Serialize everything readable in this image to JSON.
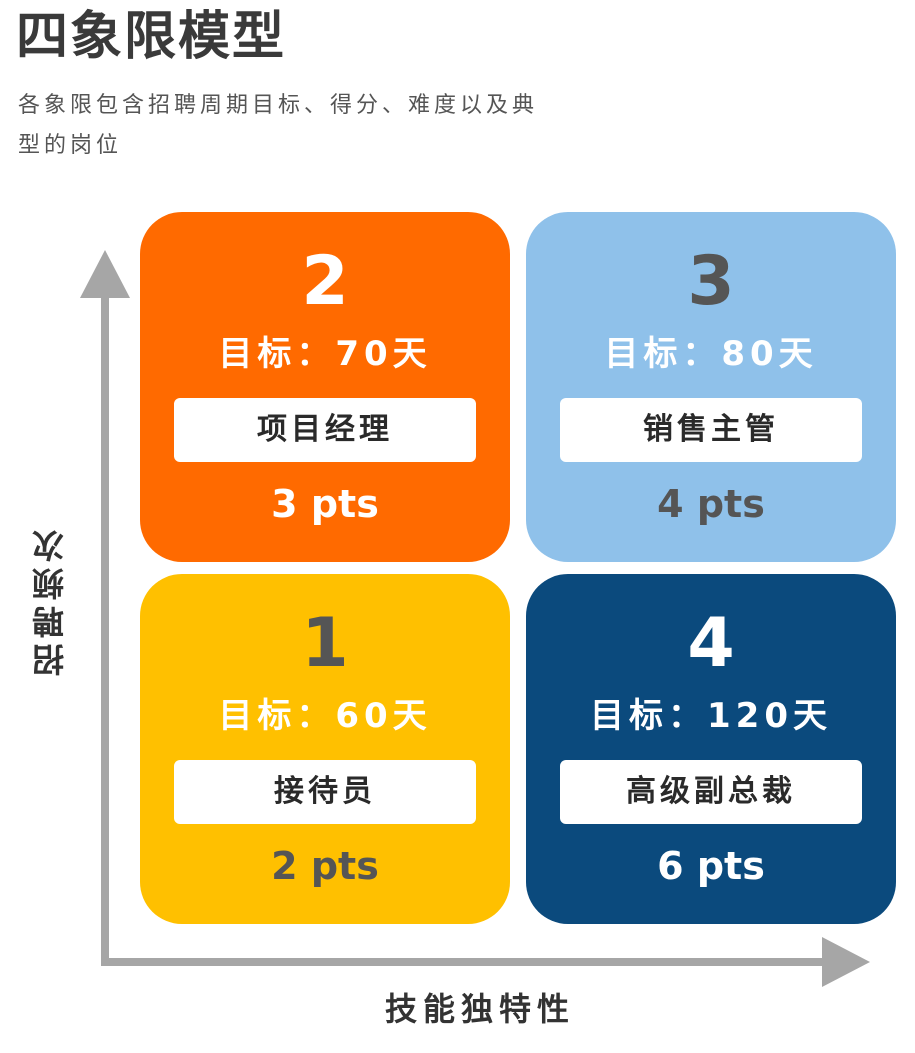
{
  "header": {
    "title": "四象限模型",
    "subtitle": "各象限包含招聘周期目标、得分、难度以及典型的岗位"
  },
  "axes": {
    "y_label": "招聘频次",
    "x_label": "技能独特性"
  },
  "quadrants": [
    {
      "number": "2",
      "goal": "目标：70天",
      "role": "项目经理",
      "points": "3 pts",
      "color": "#ff6a00",
      "number_color": "#ffffff",
      "goal_color": "#ffffff",
      "points_color": "#ffffff"
    },
    {
      "number": "3",
      "goal": "目标：80天",
      "role": "销售主管",
      "points": "4 pts",
      "color": "#8fc1ea",
      "number_color": "#555555",
      "goal_color": "#ffffff",
      "points_color": "#555555"
    },
    {
      "number": "1",
      "goal": "目标：60天",
      "role": "接待员",
      "points": "2 pts",
      "color": "#ffc000",
      "number_color": "#555555",
      "goal_color": "#ffffff",
      "points_color": "#555555"
    },
    {
      "number": "4",
      "goal": "目标：120天",
      "role": "高级副总裁",
      "points": "6 pts",
      "color": "#0b4a7d",
      "number_color": "#ffffff",
      "goal_color": "#ffffff",
      "points_color": "#ffffff"
    }
  ],
  "colors": {
    "axis": "#a6a6a6",
    "title": "#3a3a3a"
  }
}
